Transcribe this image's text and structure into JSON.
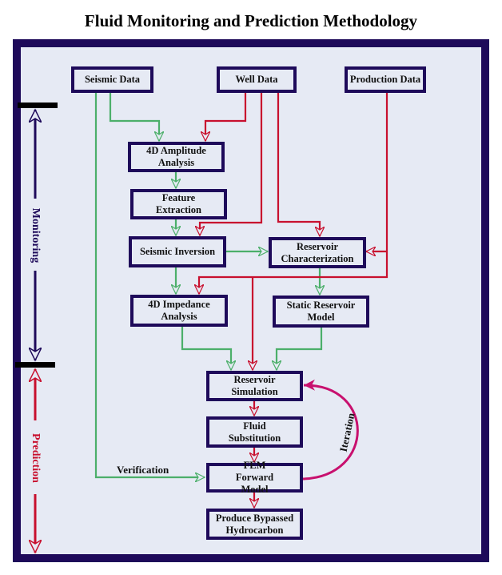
{
  "title": "Fluid Monitoring and Prediction Methodology",
  "colors": {
    "frame": "#1e0a5a",
    "background": "#e6eaf4",
    "seismic_flow": "#4caf6a",
    "well_flow": "#c8102e",
    "iteration": "#c8106e",
    "monitoring": "#1e0a5a",
    "prediction": "#c8102e"
  },
  "phases": {
    "monitoring": "Monitoring",
    "prediction": "Prediction"
  },
  "nodes": {
    "seismic_data": "Seismic Data",
    "well_data": "Well Data",
    "production_data": "Production Data",
    "amplitude_analysis": "4D Amplitude Analysis",
    "feature_extraction": "Feature Extraction",
    "seismic_inversion": "Seismic Inversion",
    "reservoir_characterization": "Reservoir Characterization",
    "impedance_analysis": "4D Impedance Analysis",
    "static_reservoir_model": "Static Reservoir Model",
    "reservoir_simulation": "Reservoir Simulation",
    "fluid_substitution": "Fluid Substitution",
    "fem_forward_model": "FEM Forward Model",
    "produce_bypassed": "Produce Bypassed Hydrocarbon"
  },
  "edge_labels": {
    "verification": "Verification",
    "iteration": "Iteration"
  }
}
